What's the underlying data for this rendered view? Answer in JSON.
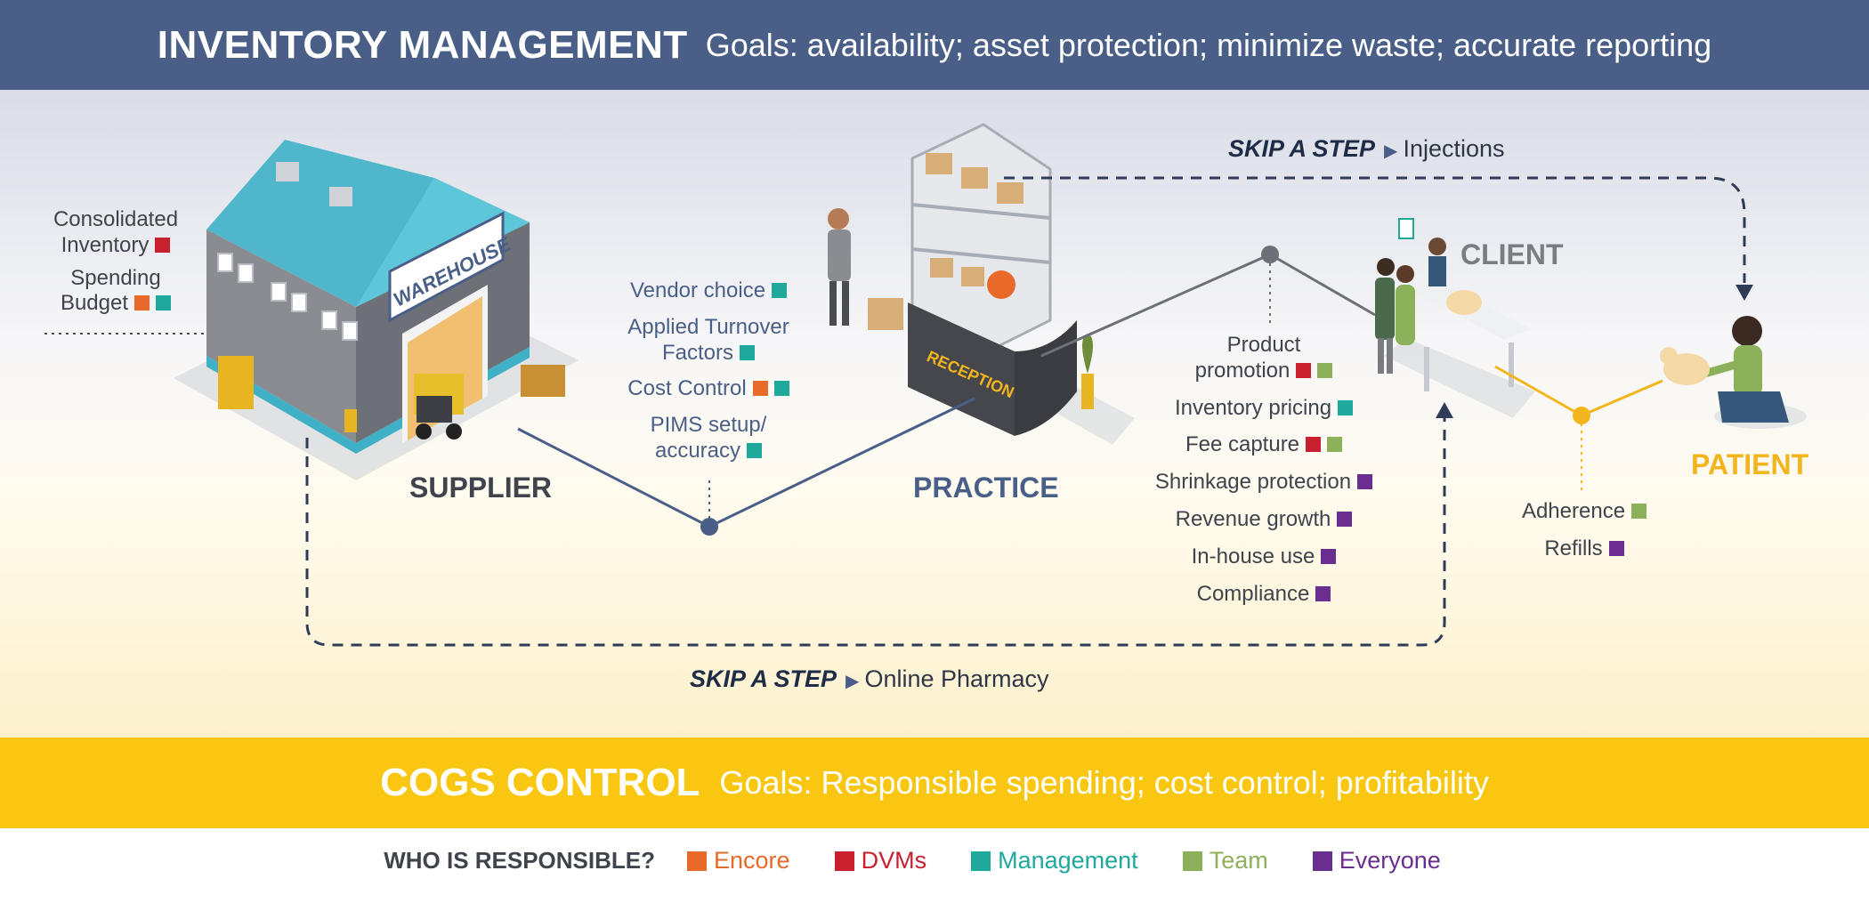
{
  "header": {
    "title": "INVENTORY MANAGEMENT",
    "goals": "Goals: availability; asset protection; minimize waste; accurate reporting"
  },
  "footer_band": {
    "title": "COGS CONTROL",
    "goals": "Goals: Responsible spending; cost control; profitability"
  },
  "colors": {
    "header_bg": "#4a5f87",
    "cogs_bg": "#f9c711",
    "encore": "#e8692a",
    "dvms": "#c8202f",
    "management": "#1fa89c",
    "team": "#8db05a",
    "everyone": "#6a2e91",
    "patient_gold": "#f2b51d"
  },
  "stages": {
    "supplier": "SUPPLIER",
    "practice": "PRACTICE",
    "client": "CLIENT",
    "patient": "PATIENT"
  },
  "supplier_items": {
    "consolidated_1": "Consolidated",
    "consolidated_2": "Inventory",
    "spending_1": "Spending",
    "spending_2": "Budget"
  },
  "practice_items": {
    "vendor": "Vendor choice",
    "turnover_1": "Applied Turnover",
    "turnover_2": "Factors",
    "cost": "Cost Control",
    "pims_1": "PIMS setup/",
    "pims_2": "accuracy"
  },
  "client_items": {
    "promo_1": "Product",
    "promo_2": "promotion",
    "pricing": "Inventory pricing",
    "fee": "Fee capture",
    "shrink": "Shrinkage protection",
    "revenue": "Revenue growth",
    "inhouse": "In-house use",
    "compliance": "Compliance"
  },
  "patient_items": {
    "adherence": "Adherence",
    "refills": "Refills"
  },
  "skip_steps": {
    "label": "SKIP A STEP",
    "top": "Injections",
    "bottom": "Online Pharmacy"
  },
  "illustration_text": {
    "warehouse_sign": "WAREHOUSE",
    "reception_sign": "RECEPTION"
  },
  "legend": {
    "title": "WHO IS RESPONSIBLE?",
    "items": [
      "Encore",
      "DVMs",
      "Management",
      "Team",
      "Everyone"
    ]
  }
}
